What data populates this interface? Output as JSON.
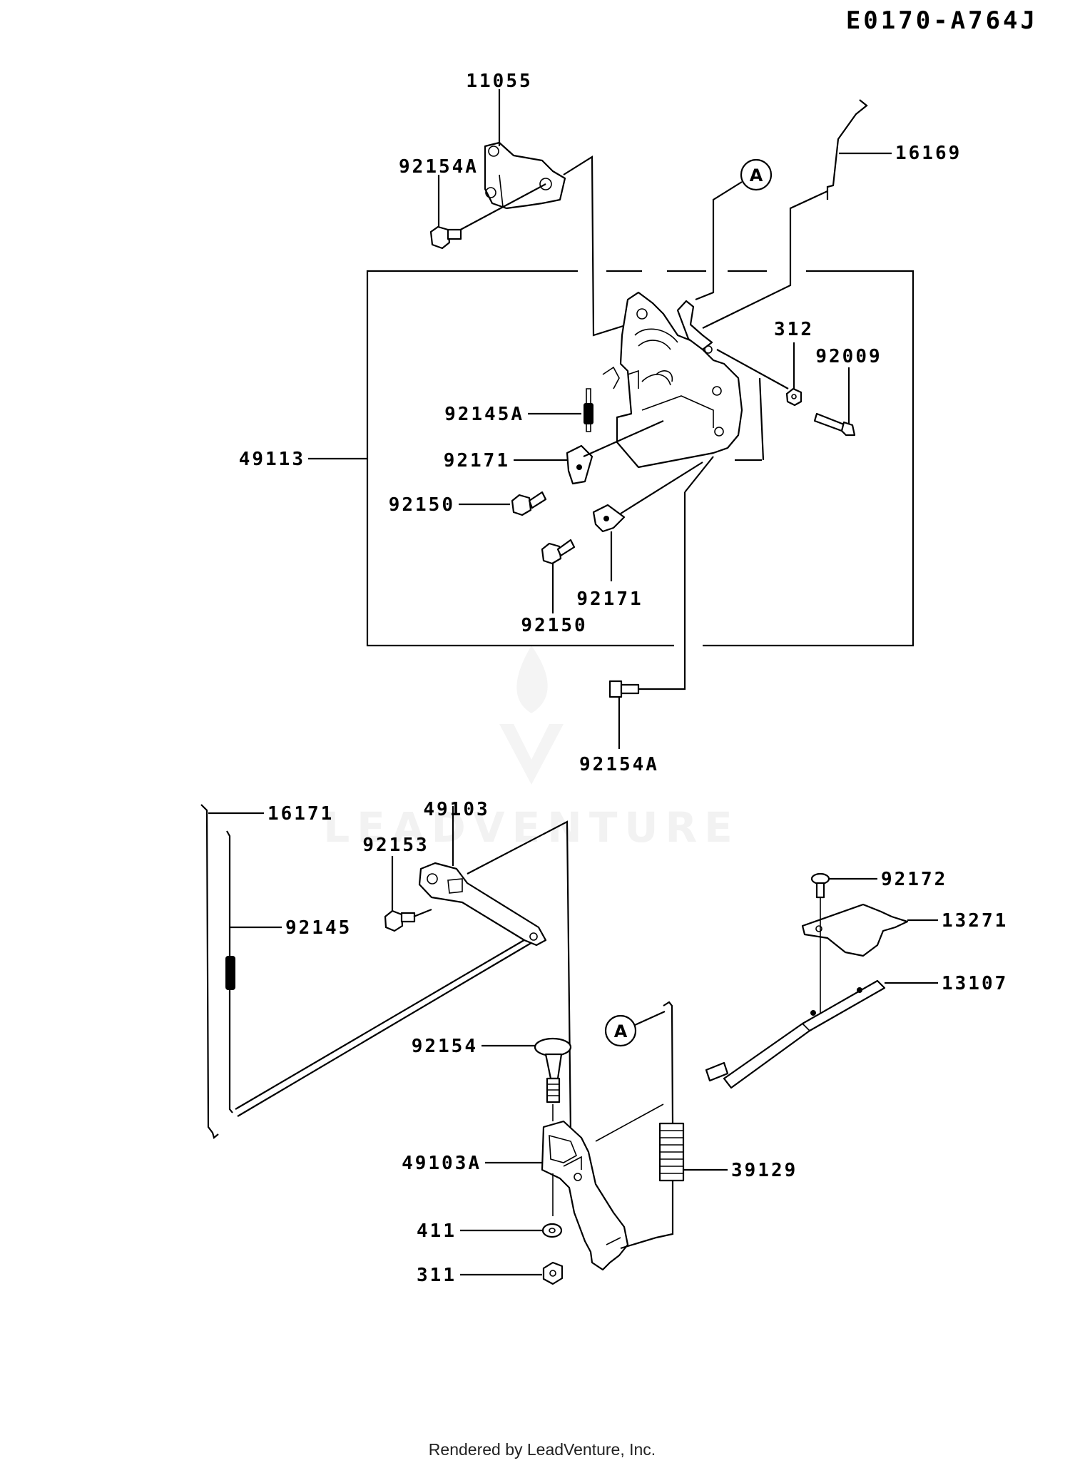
{
  "diagram_code": "E0170-A764J",
  "footer": "Rendered by LeadVenture, Inc.",
  "watermark": "LEADVENTURE",
  "callout_marker": "A",
  "parts": {
    "p11055": "11055",
    "p92154A_top": "92154A",
    "p16169": "16169",
    "p312": "312",
    "p92009": "92009",
    "p92145A": "92145A",
    "p49113": "49113",
    "p92171_a": "92171",
    "p92150_a": "92150",
    "p92150_b": "92150",
    "p92171_b": "92171",
    "p92154A_bottom": "92154A",
    "p16171": "16171",
    "p49103": "49103",
    "p92153": "92153",
    "p92145": "92145",
    "p92172": "92172",
    "p13271": "13271",
    "p13107": "13107",
    "p92154": "92154",
    "p49103A": "49103A",
    "p39129": "39129",
    "p411": "411",
    "p311": "311"
  }
}
